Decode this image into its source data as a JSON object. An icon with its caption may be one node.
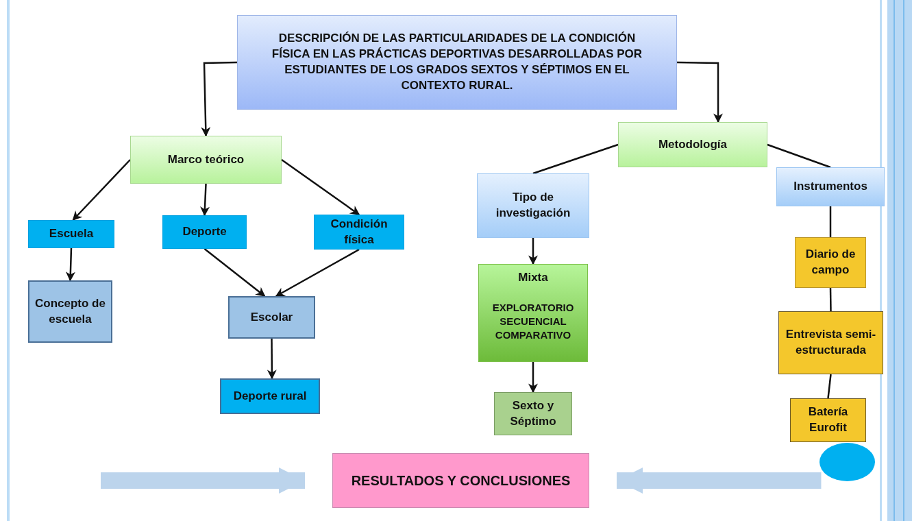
{
  "diagram": {
    "nodes": [
      {
        "text": [
          "DESCRIPCIÓN DE LAS PARTICULARIDADES DE LA CONDICIÓN FÍSICA EN LAS PRÁCTICAS DEPORTIVAS DESARROLLADAS POR ESTUDIANTES DE LOS GRADOS SEXTOS Y SÉPTIMOS EN EL CONTEXTO RURAL."
        ]
      },
      {
        "text": [
          "Marco teórico"
        ]
      },
      {
        "text": [
          "Metodología"
        ]
      },
      {
        "text": [
          "Escuela"
        ]
      },
      {
        "text": [
          "Deporte"
        ]
      },
      {
        "text": [
          "Condición física"
        ]
      },
      {
        "text": [
          "Concepto de escuela"
        ]
      },
      {
        "text": [
          "Escolar"
        ]
      },
      {
        "text": [
          "Deporte rural"
        ]
      },
      {
        "text": [
          "Tipo de investigación"
        ]
      },
      {
        "text": [
          "Instrumentos"
        ]
      },
      {
        "text": [
          "Mixta",
          "EXPLORATORIO SECUENCIAL COMPARATIVO"
        ]
      },
      {
        "text": [
          "Sexto y Séptimo"
        ]
      },
      {
        "text": [
          "Diario de campo"
        ]
      },
      {
        "text": [
          "Entrevista semi-estructurada"
        ]
      },
      {
        "text": [
          "Batería Eurofit"
        ]
      },
      {
        "text": [],
        "shape": "circle"
      },
      {
        "text": [
          "RESULTADOS Y CONCLUSIONES"
        ]
      }
    ],
    "edges": [
      {
        "from": 0,
        "to": 1,
        "arrow": "to"
      },
      {
        "from": 0,
        "to": 2,
        "arrow": "to"
      },
      {
        "from": 1,
        "to": 3,
        "arrow": "to"
      },
      {
        "from": 1,
        "to": 4,
        "arrow": "to"
      },
      {
        "from": 1,
        "to": 5,
        "arrow": "to"
      },
      {
        "from": 3,
        "to": 6,
        "arrow": "to"
      },
      {
        "from": 4,
        "to": 7,
        "arrow": "to"
      },
      {
        "from": 5,
        "to": 7,
        "arrow": "to"
      },
      {
        "from": 7,
        "to": 8,
        "arrow": "to"
      },
      {
        "from": 2,
        "to": 9,
        "arrow": "none"
      },
      {
        "from": 2,
        "to": 10,
        "arrow": "none"
      },
      {
        "from": 9,
        "to": 11,
        "arrow": "to"
      },
      {
        "from": 11,
        "to": 12,
        "arrow": "to"
      },
      {
        "from": 10,
        "to": 13,
        "arrow": "none"
      },
      {
        "from": 13,
        "to": 14,
        "arrow": "none"
      },
      {
        "from": 14,
        "to": 15,
        "arrow": "none"
      },
      {
        "from": null,
        "to": 17,
        "arrow": "to",
        "style": "thick",
        "color": "#bcd4ec"
      },
      {
        "from": 16,
        "to": 17,
        "arrow": "to",
        "style": "thick",
        "color": "#bcd4ec"
      }
    ]
  }
}
